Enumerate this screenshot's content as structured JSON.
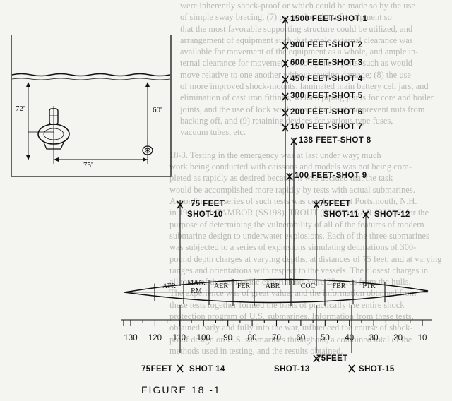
{
  "figure_title": "FIGURE 18 -1",
  "inset": {
    "depth_left": "72'",
    "depth_right": "60'",
    "distance": "75'"
  },
  "vertical_shots": [
    {
      "label": "1500 FEET-SHOT 1"
    },
    {
      "label": "900 FEET-SHOT 2"
    },
    {
      "label": "600 FEET-SHOT 3"
    },
    {
      "label": "450 FEET-SHOT 4"
    },
    {
      "label": "300 FEET-SHOT 5"
    },
    {
      "label": "200 FEET-SHOT 6"
    },
    {
      "label": "150 FEET-SHOT 7"
    },
    {
      "label": "138 FEET-SHOT 8"
    },
    {
      "label": "100 FEET-SHOT 9"
    }
  ],
  "side_shots": {
    "shot10_distance": "75 FEET",
    "shot10_name": "SHOT-10",
    "shot11_distance": "75FEET",
    "shot11_name": "SHOT-11",
    "shot12_name": "SHOT-12",
    "shot13_name": "SHOT-13",
    "shot13_distance": "75FEET",
    "shot14_distance": "75FEET",
    "shot14_name": "SHOT 14",
    "shot15_name": "SHOT-15"
  },
  "compartments": [
    {
      "label": "ATR"
    },
    {
      "label": "MAN.",
      "label2": "RM"
    },
    {
      "label": "AER"
    },
    {
      "label": "FER"
    },
    {
      "label": "ABR"
    },
    {
      "label": "COC"
    },
    {
      "label": "FBR"
    },
    {
      "label": "FTR"
    }
  ],
  "scale_ticks": [
    "130",
    "120",
    "110",
    "100",
    "90",
    "80",
    "70",
    "60",
    "50",
    "40",
    "30",
    "20",
    "10"
  ],
  "background_text": [
    "were inherently shock-proof or which could be made so by the use",
    "of simple sway bracing, (7) proper location of equipment so",
    "that the most favorable supporting structure could be utilized, and",
    "arrangement of equipment such that ample external clearance was",
    "available for movement of the equipment as a whole, and ample in-",
    "ternal clearance for movement of component parts, such as would",
    "move relative to one another without causing damage; (8) the use",
    "of more improved shock-mounts, laminated main battery cell jars, and",
    "elimination of cast iron fittings, welded piping joints for core and boiler",
    "joints, and the use of lock washers and lock nuts to prevent nuts from",
    "backing off, and (9) retaining devices for various type fuses,",
    "vacuum tubes, etc.",
    "",
    "18-3. Testing in the emergency was at last under way; much",
    "work being conducted with caissons and models was not being com-",
    "pleted as rapidly as desired because it was decided that the task",
    "would be accomplished more rapidly by tests with actual submarines.",
    "Accordingly, a series of such tests was conducted at Portsmouth, N.H.",
    "in 1941 with TAMBOR (SS198), TROUT (SS202), GAR (SS206) for the",
    "purpose of determining the vulnerability of all of the features of modern",
    "submarine design to underwater explosions. Each of the three submarines",
    "was subjected to a series of explosions simulating detonations of 300-",
    "pound depth charges at varying depths, at distances of 75 feet, and at varying",
    "ranges and orientations with respect to the vessels. The closest charges in",
    "all three of the submarine experiments were 25 yards from the hulls.",
    "The experience was of great value, and the information obtained from",
    "these tests together formed the basis of practically the entire shock",
    "protection program of U.S. submarines. Information from these tests,",
    "obtained early and fully into the war, influenced the course of shock-",
    "proof design on U.S. submarines throughout, a combined total of the",
    "methods used in testing, and the results obtained."
  ]
}
